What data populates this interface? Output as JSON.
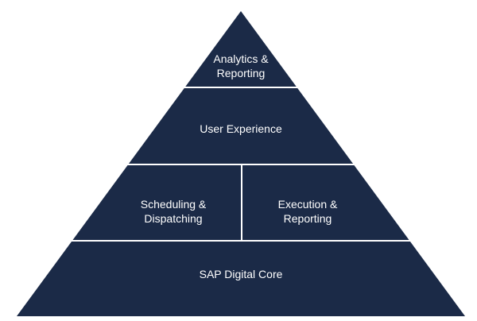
{
  "pyramid": {
    "fill_color": "#1b2a47",
    "divider_color": "#ffffff",
    "levels": {
      "top": {
        "label": "Analytics &\nReporting"
      },
      "second": {
        "label": "User Experience"
      },
      "third_left": {
        "label": "Scheduling &\nDispatching"
      },
      "third_right": {
        "label": "Execution &\nReporting"
      },
      "base": {
        "label": "SAP Digital Core"
      }
    }
  }
}
